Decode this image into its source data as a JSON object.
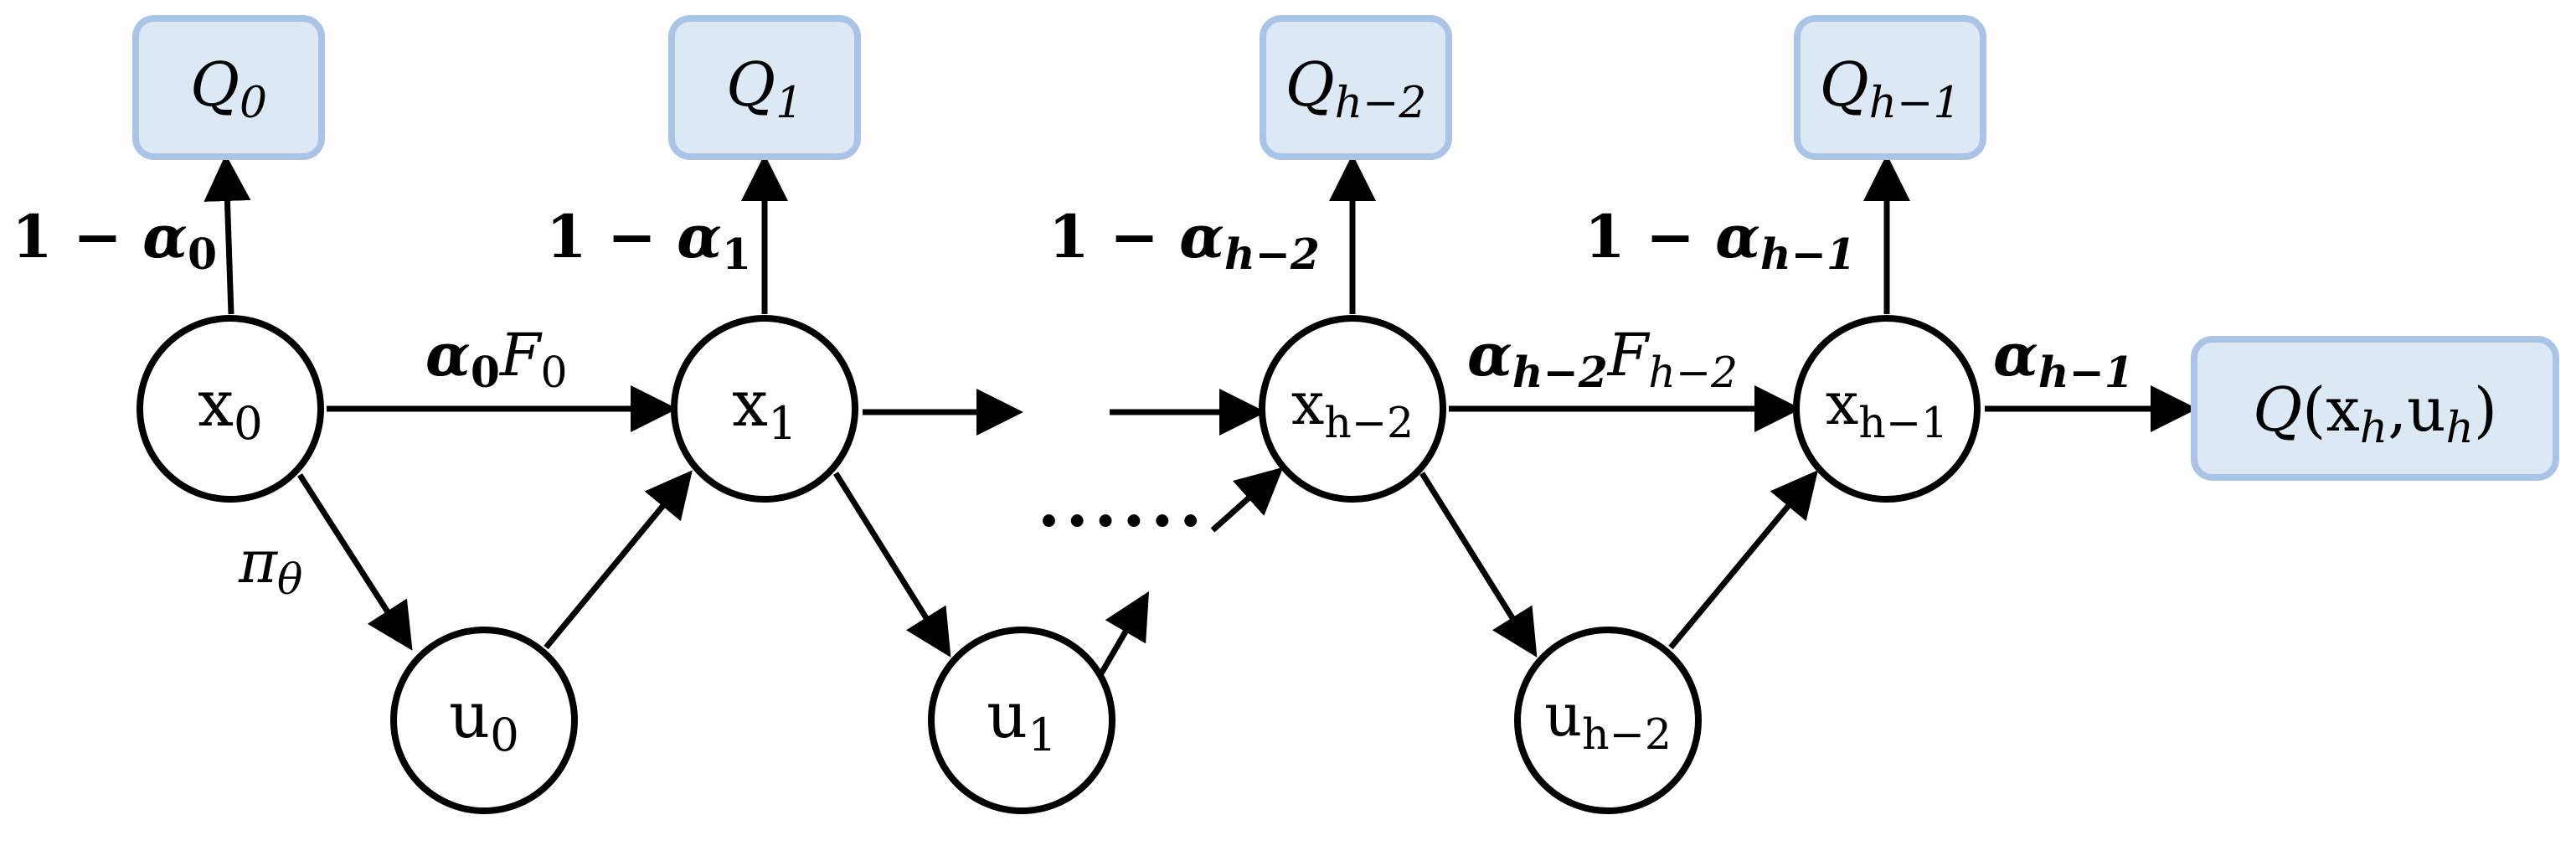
{
  "nodes": {
    "x0": {
      "base": "x",
      "sub": "0"
    },
    "x1": {
      "base": "x",
      "sub": "1"
    },
    "xh2": {
      "base": "x",
      "sub": "h−2"
    },
    "xh1": {
      "base": "x",
      "sub": "h−1"
    },
    "u0": {
      "base": "u",
      "sub": "0"
    },
    "u1": {
      "base": "u",
      "sub": "1"
    },
    "uh2": {
      "base": "u",
      "sub": "h−2"
    }
  },
  "q_boxes": {
    "q0": {
      "base": "Q",
      "sub": "0"
    },
    "q1": {
      "base": "Q",
      "sub": "1"
    },
    "qh2": {
      "base": "Q",
      "sub": "h−2"
    },
    "qh1": {
      "base": "Q",
      "sub": "h−1"
    },
    "final": {
      "q": "Q",
      "open": "(",
      "x": "x",
      "xsub": "h",
      "comma": ",",
      "u": "u",
      "usub": "h",
      "close": ")"
    }
  },
  "edge_labels": {
    "one_minus": "1 − ",
    "alpha": "α",
    "F": "F",
    "l0": {
      "sub": "0"
    },
    "l1": {
      "sub": "1"
    },
    "lh2": {
      "sub": "h−2"
    },
    "lh1": {
      "sub": "h−1"
    },
    "a0F0": {
      "asub": "0",
      "fsub": "0"
    },
    "ah2Fh2": {
      "asub": "h−2",
      "fsub": "h−2"
    },
    "ah1": {
      "asub": "h−1"
    },
    "pi": {
      "base": "π",
      "sub": "θ"
    }
  },
  "ellipsis": "......"
}
